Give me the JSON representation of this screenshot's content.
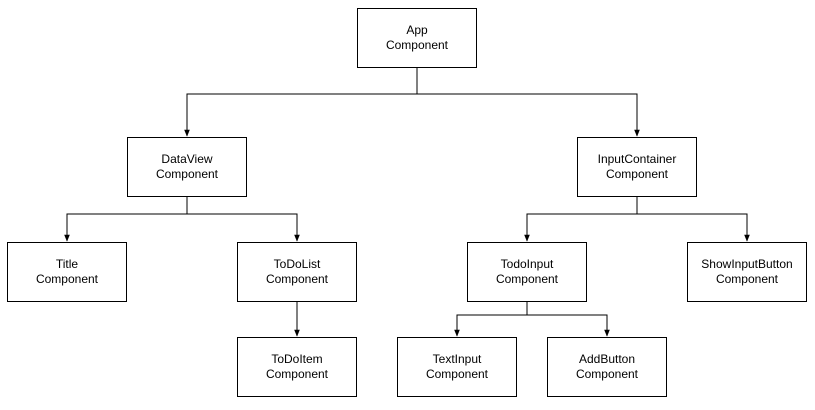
{
  "nodes": {
    "app": {
      "line1": "App",
      "line2": "Component"
    },
    "data_view": {
      "line1": "DataView",
      "line2": "Component"
    },
    "input_container": {
      "line1": "InputContainer",
      "line2": "Component"
    },
    "title": {
      "line1": "Title",
      "line2": "Component"
    },
    "todo_list": {
      "line1": "ToDoList",
      "line2": "Component"
    },
    "todo_input": {
      "line1": "TodoInput",
      "line2": "Component"
    },
    "show_input_button": {
      "line1": "ShowInputButton",
      "line2": "Component"
    },
    "todo_item": {
      "line1": "ToDoItem",
      "line2": "Component"
    },
    "text_input": {
      "line1": "TextInput",
      "line2": "Component"
    },
    "add_button": {
      "line1": "AddButton",
      "line2": "Component"
    }
  },
  "edges": [
    {
      "from": "app",
      "to": "data_view"
    },
    {
      "from": "app",
      "to": "input_container"
    },
    {
      "from": "data_view",
      "to": "title"
    },
    {
      "from": "data_view",
      "to": "todo_list"
    },
    {
      "from": "todo_list",
      "to": "todo_item"
    },
    {
      "from": "input_container",
      "to": "todo_input"
    },
    {
      "from": "input_container",
      "to": "show_input_button"
    },
    {
      "from": "todo_input",
      "to": "text_input"
    },
    {
      "from": "todo_input",
      "to": "add_button"
    }
  ],
  "colors": {
    "stroke": "#000000",
    "fill": "#ffffff",
    "text": "#000000"
  }
}
